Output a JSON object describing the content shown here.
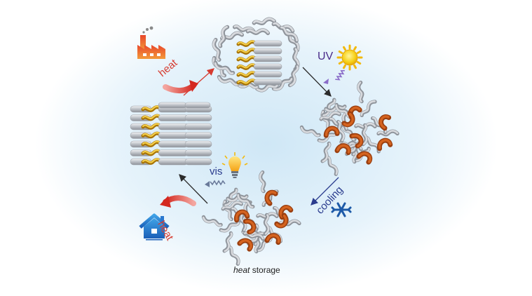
{
  "labels": {
    "heat_in": "heat",
    "uv": "UV",
    "cooling": "cooling",
    "vis": "vis",
    "heat_out": "heat",
    "storage_word1": "heat",
    "storage_word2": " storage"
  },
  "icons": {
    "factory": "factory-icon",
    "sun": "sun-icon",
    "snowflake": "snowflake-icon",
    "bulb": "light-bulb-icon",
    "house": "house-icon"
  },
  "colors": {
    "heat": "#d63a2f",
    "uv": "#4a2c8a",
    "cooling": "#2a3c8e",
    "azo_trans": "#d9a520",
    "azo_cis": "#c2571a",
    "polymer": "#b9bcc1",
    "background_glow": "#cfe7f6"
  }
}
